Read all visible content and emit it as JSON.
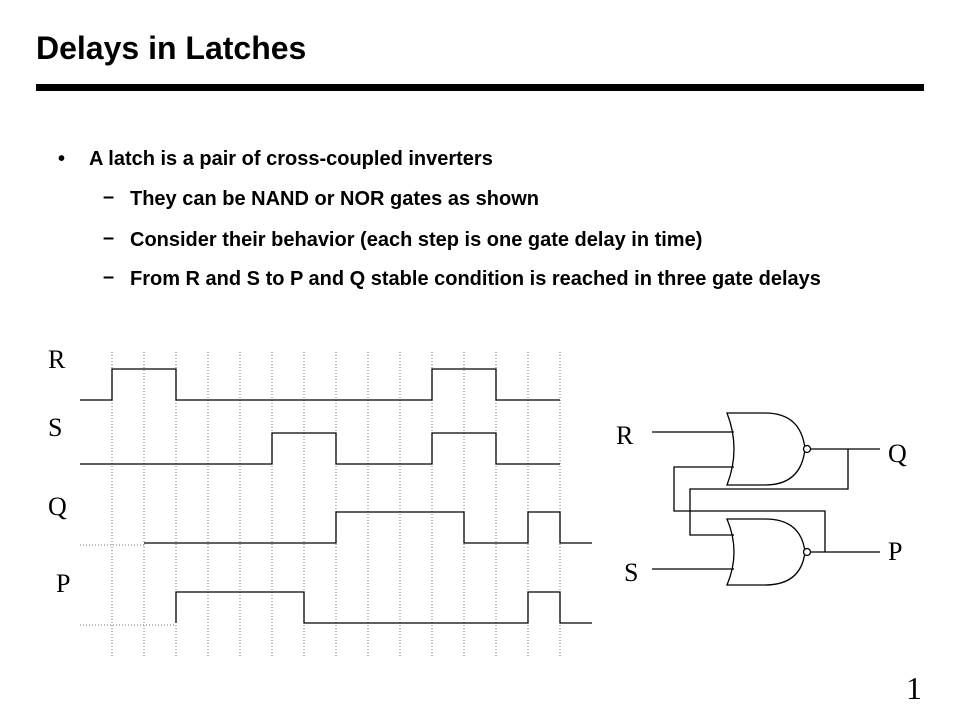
{
  "slide": {
    "title": "Delays in Latches",
    "bullet_marker": "•",
    "sub_marker": "–",
    "bullet": "A latch is a pair of cross-coupled inverters",
    "sub_bullets": [
      "They can be NAND or NOR gates as shown",
      "Consider their behavior (each step is one gate delay in time)",
      "From R and S to P and Q stable condition is reached in three gate delays"
    ],
    "slide_number": "1"
  },
  "timing_diagram": {
    "signal_labels": [
      "R",
      "S",
      "Q",
      "P"
    ]
  },
  "circuit": {
    "labels": {
      "input_r": "R",
      "input_s": "S",
      "output_q": "Q",
      "output_p": "P"
    }
  }
}
